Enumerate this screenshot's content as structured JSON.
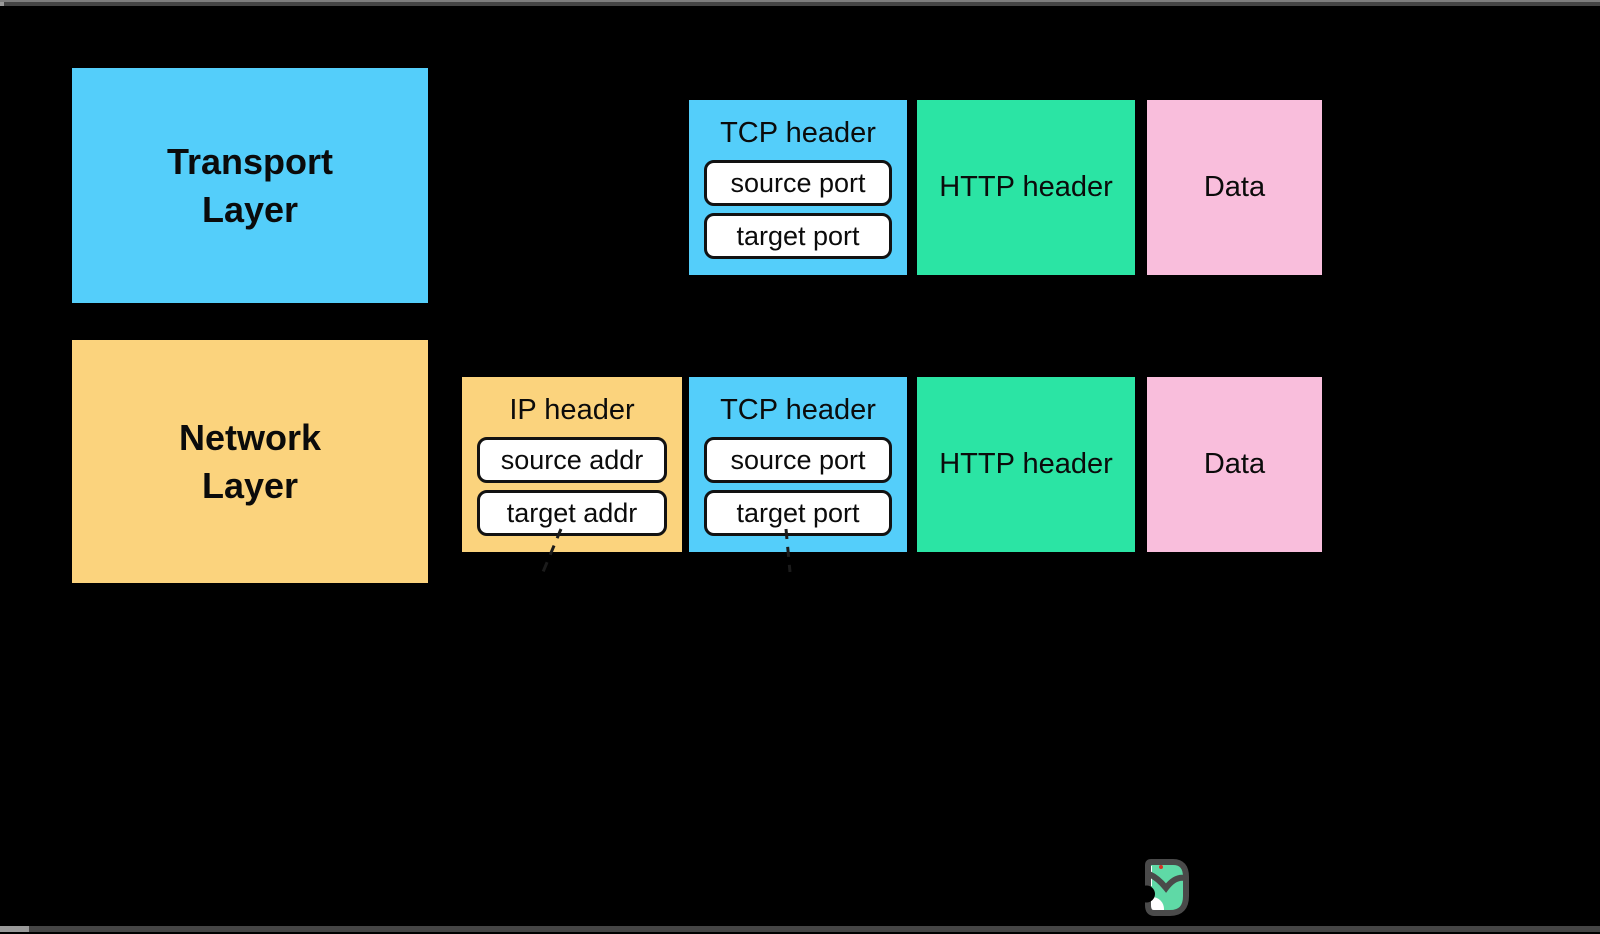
{
  "colors": {
    "background": "#000000",
    "text": "#0b0b0b",
    "blue": "#54CEFA",
    "yellow": "#FBD37D",
    "green": "#2BE4A4",
    "pink": "#F9BEDC",
    "field_fill": "#ffffff",
    "field_border": "#121212",
    "connector": "#1b1b1b",
    "bar": "#454545",
    "bar_highlight": "#7e7e7e",
    "bar_accent": "#9a9a9a",
    "logo_outline": "#4a4a4a",
    "logo_green": "#5FD9A6",
    "logo_dot": "#D93025"
  },
  "layers": {
    "transport": {
      "lines": [
        "Transport",
        "Layer"
      ]
    },
    "network": {
      "lines": [
        "Network",
        "Layer"
      ]
    }
  },
  "packets": {
    "transport_row": {
      "tcp": {
        "title": "TCP header",
        "fields": [
          "source port",
          "target port"
        ]
      },
      "http": {
        "title": "HTTP header"
      },
      "data": {
        "title": "Data"
      }
    },
    "network_row": {
      "ip": {
        "title": "IP header",
        "fields": [
          "source addr",
          "target addr"
        ]
      },
      "tcp": {
        "title": "TCP header",
        "fields": [
          "source port",
          "target port"
        ]
      },
      "http": {
        "title": "HTTP header"
      },
      "data": {
        "title": "Data"
      }
    }
  },
  "icons": {
    "logo": "owl-logo"
  }
}
